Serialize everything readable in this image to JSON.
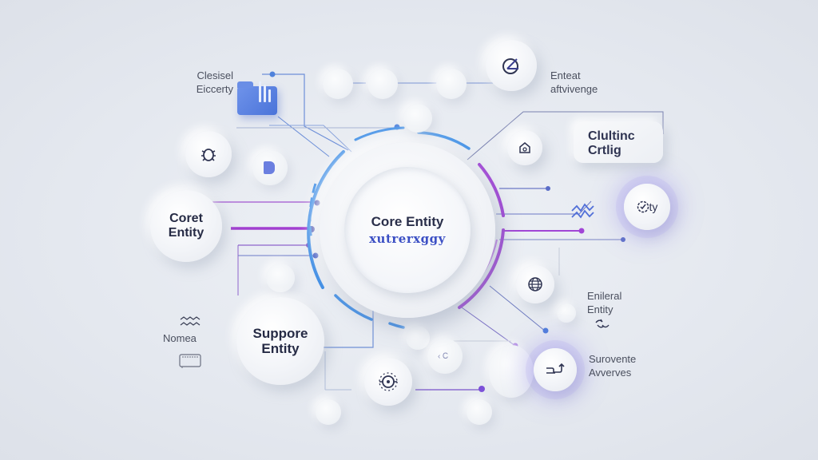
{
  "diagram": {
    "core": {
      "title": "Core Entity",
      "subtitle": "xutrerxggy",
      "ring_colors": {
        "blue": "#3f8ee6",
        "purple": "#a145d6"
      }
    },
    "nodes": {
      "coret_entity": {
        "label": "Coret\nEntity",
        "line1": "Coret",
        "line2": "Entity"
      },
      "suppore_entity": {
        "line1": "Suppore",
        "line2": "Entity"
      },
      "top_right_icon": {
        "icon": "analytics-icon",
        "glyph": "⊄"
      },
      "bug_icon_node": {
        "icon": "bug-icon",
        "glyph": "⚙"
      },
      "house_icon_node": {
        "icon": "house-icon",
        "glyph": "⌂"
      },
      "globe_icon_node": {
        "icon": "globe-icon",
        "glyph": "⊕"
      },
      "target_icon_node": {
        "icon": "target-icon",
        "glyph": "⊙"
      },
      "city_node": {
        "text": "ty",
        "icon": "check-badge-icon"
      },
      "bottom_right_node": {
        "icon": "curve-arrow-icon",
        "glyph": "⤴"
      }
    },
    "labels": {
      "top_left": {
        "line1": "Clesisel",
        "line2": "Eiccerty"
      },
      "top_right": {
        "line1": "Enteat",
        "line2": "aftvivenge"
      },
      "card": {
        "line1": "Clultinc",
        "line2": "Crtlig"
      },
      "right_mid": {
        "line1": "Enileral",
        "line2": "Entity"
      },
      "bottom_right": {
        "line1": "Surovente",
        "line2": "Avverves"
      },
      "left_bottom": {
        "text": "Nomea"
      },
      "small_center": {
        "text": "‹ Ꮯ"
      }
    },
    "colors": {
      "background": "#e4e8ef",
      "blue_line": "#4a7fd8",
      "purple_line": "#9b4fd3",
      "text_dark": "#262b45"
    }
  }
}
